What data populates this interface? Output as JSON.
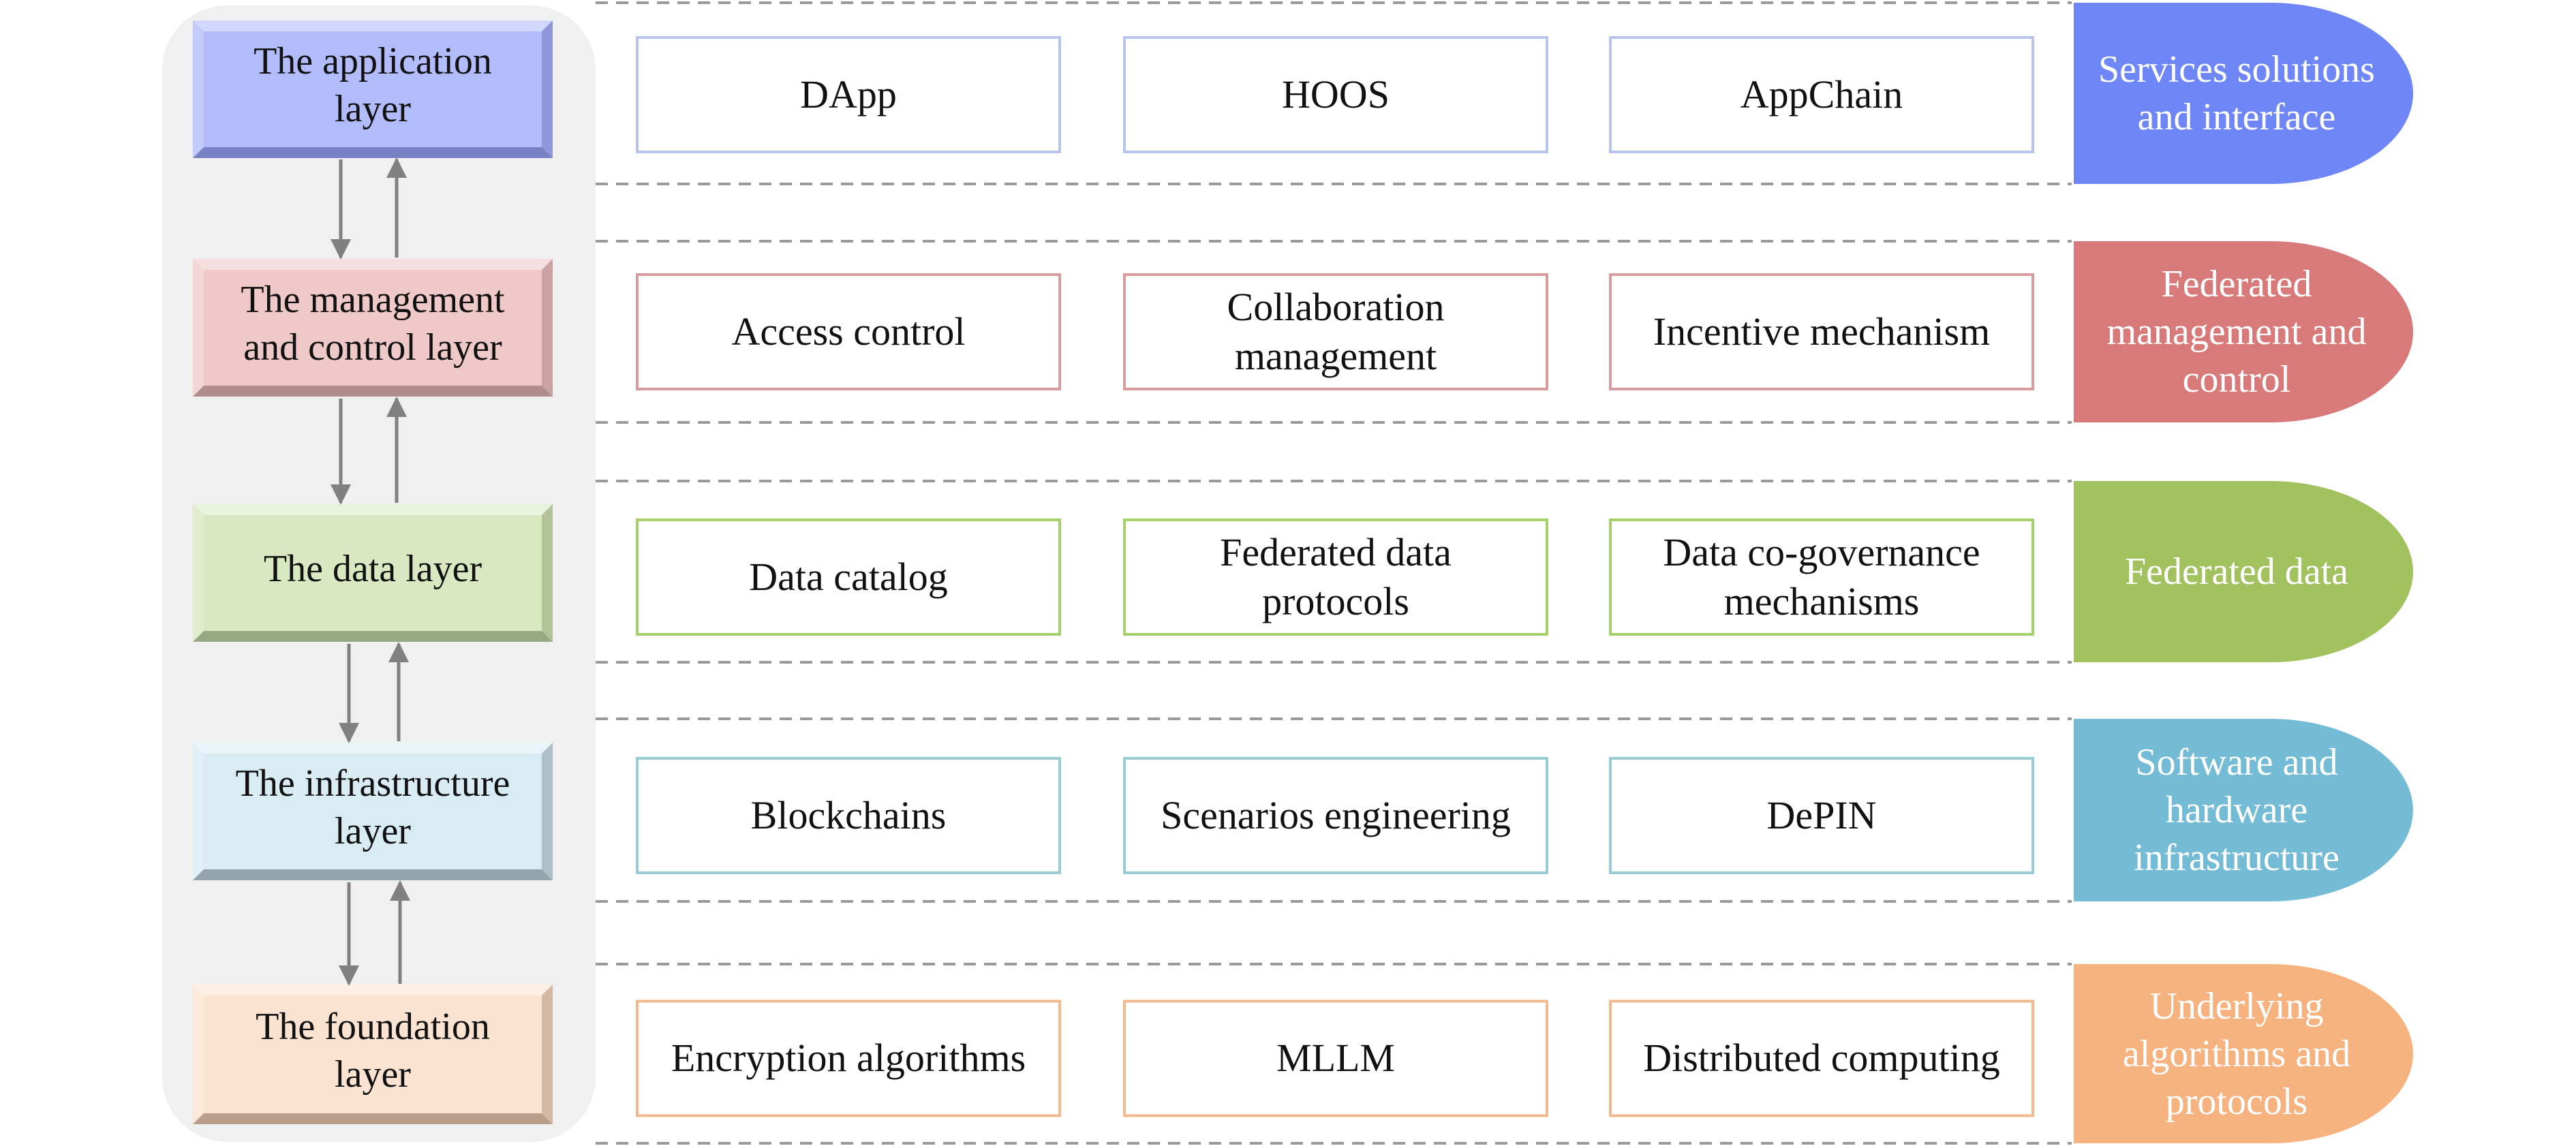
{
  "layers": [
    {
      "name": "The application\nlayer",
      "bevel_colors": {
        "face": "#b3bcfb",
        "top": "#d2d8fd",
        "left": "#c3cafc",
        "right": "#8e97d9",
        "bottom": "#7881c4"
      },
      "box_border": "#b7c4ee",
      "side_color": "#6f86f6",
      "components": [
        "DApp",
        "HOOS",
        "AppChain"
      ],
      "side_label": "Services solutions\nand interface"
    },
    {
      "name": "The management\nand control layer",
      "bevel_colors": {
        "face": "#efc8c8",
        "top": "#f7dfdf",
        "left": "#f3d5d5",
        "right": "#c9a3a3",
        "bottom": "#b08c8c"
      },
      "box_border": "#d99b9b",
      "side_color": "#d8797a",
      "components": [
        "Access control",
        "Collaboration\nmanagement",
        "Incentive mechanism"
      ],
      "side_label": "Federated\nmanagement and\ncontrol"
    },
    {
      "name": "The data layer",
      "bevel_colors": {
        "face": "#d9e8c1",
        "top": "#e9f2da",
        "left": "#e2edcd",
        "right": "#b2c39a",
        "bottom": "#98a883"
      },
      "box_border": "#a6d06a",
      "side_color": "#a2c260",
      "components": [
        "Data catalog",
        "Federated data\nprotocols",
        "Data co-governance\nmechanisms"
      ],
      "side_label": "Federated data"
    },
    {
      "name": "The infrastructure\nlayer",
      "bevel_colors": {
        "face": "#d9ecf3",
        "top": "#e9f5f9",
        "left": "#e1f0f6",
        "right": "#aebfc6",
        "bottom": "#93a4ab"
      },
      "box_border": "#98cdd8",
      "side_color": "#74bcd6",
      "components": [
        "Blockchains",
        "Scenarios engineering",
        "DePIN"
      ],
      "side_label": "Software and\nhardware\ninfrastructure"
    },
    {
      "name": "The foundation\nlayer",
      "bevel_colors": {
        "face": "#fbe3d1",
        "top": "#fdefe4",
        "left": "#fce9db",
        "right": "#d4b9a5",
        "bottom": "#b89e8b"
      },
      "box_border": "#f2b98d",
      "side_color": "#f7b37f",
      "components": [
        "Encryption algorithms",
        "MLLM",
        "Distributed computing"
      ],
      "side_label": "Underlying\nalgorithms and\nprotocols"
    }
  ],
  "colors": {
    "left_panel": "#f0f0f0",
    "arrow": "#808080",
    "dash": "#9a9a9a"
  }
}
